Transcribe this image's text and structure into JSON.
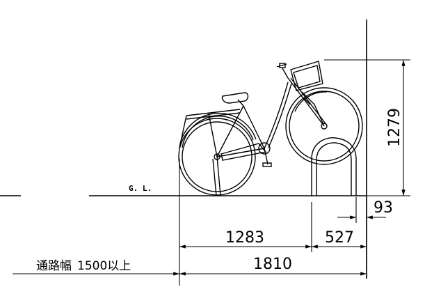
{
  "ground_label": "G. L.",
  "dimensions": {
    "height": "1279",
    "rack_offset": "93",
    "rear_to_rack": "1283",
    "rack_depth": "527",
    "total_length": "1810"
  },
  "aisle_note": {
    "label": "通路幅",
    "value": "1500以上"
  }
}
